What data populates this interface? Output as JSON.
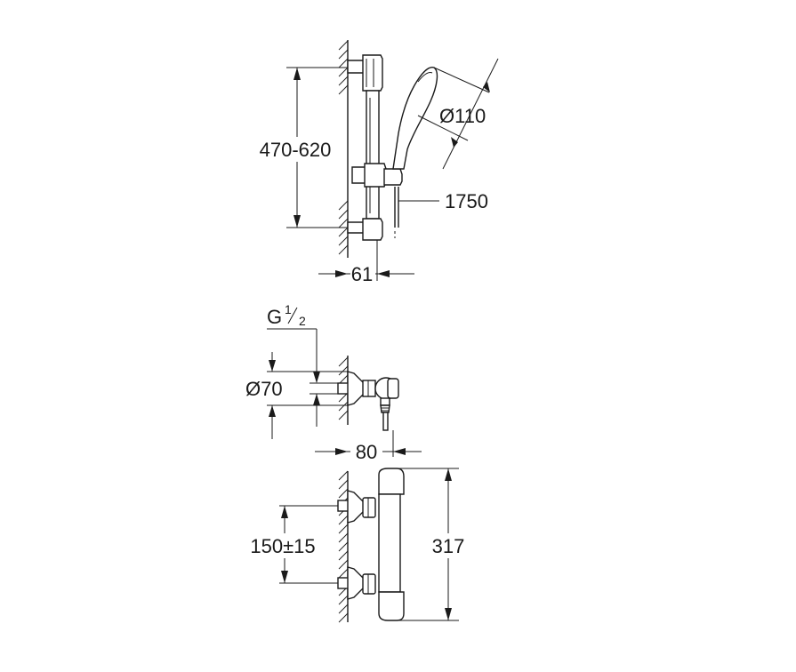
{
  "dimensions": {
    "rail_height": "470-620",
    "head_diameter": "Ø110",
    "hose_length": "1750",
    "rail_projection": "61",
    "connection_g": "G",
    "connection_sup": "1",
    "connection_sub": "2",
    "escutcheon_diameter": "Ø70",
    "mixer_projection": "80",
    "inlet_spacing": "150±15",
    "mixer_height": "317"
  },
  "colors": {
    "line": "#1a1a1a",
    "background": "#ffffff"
  }
}
